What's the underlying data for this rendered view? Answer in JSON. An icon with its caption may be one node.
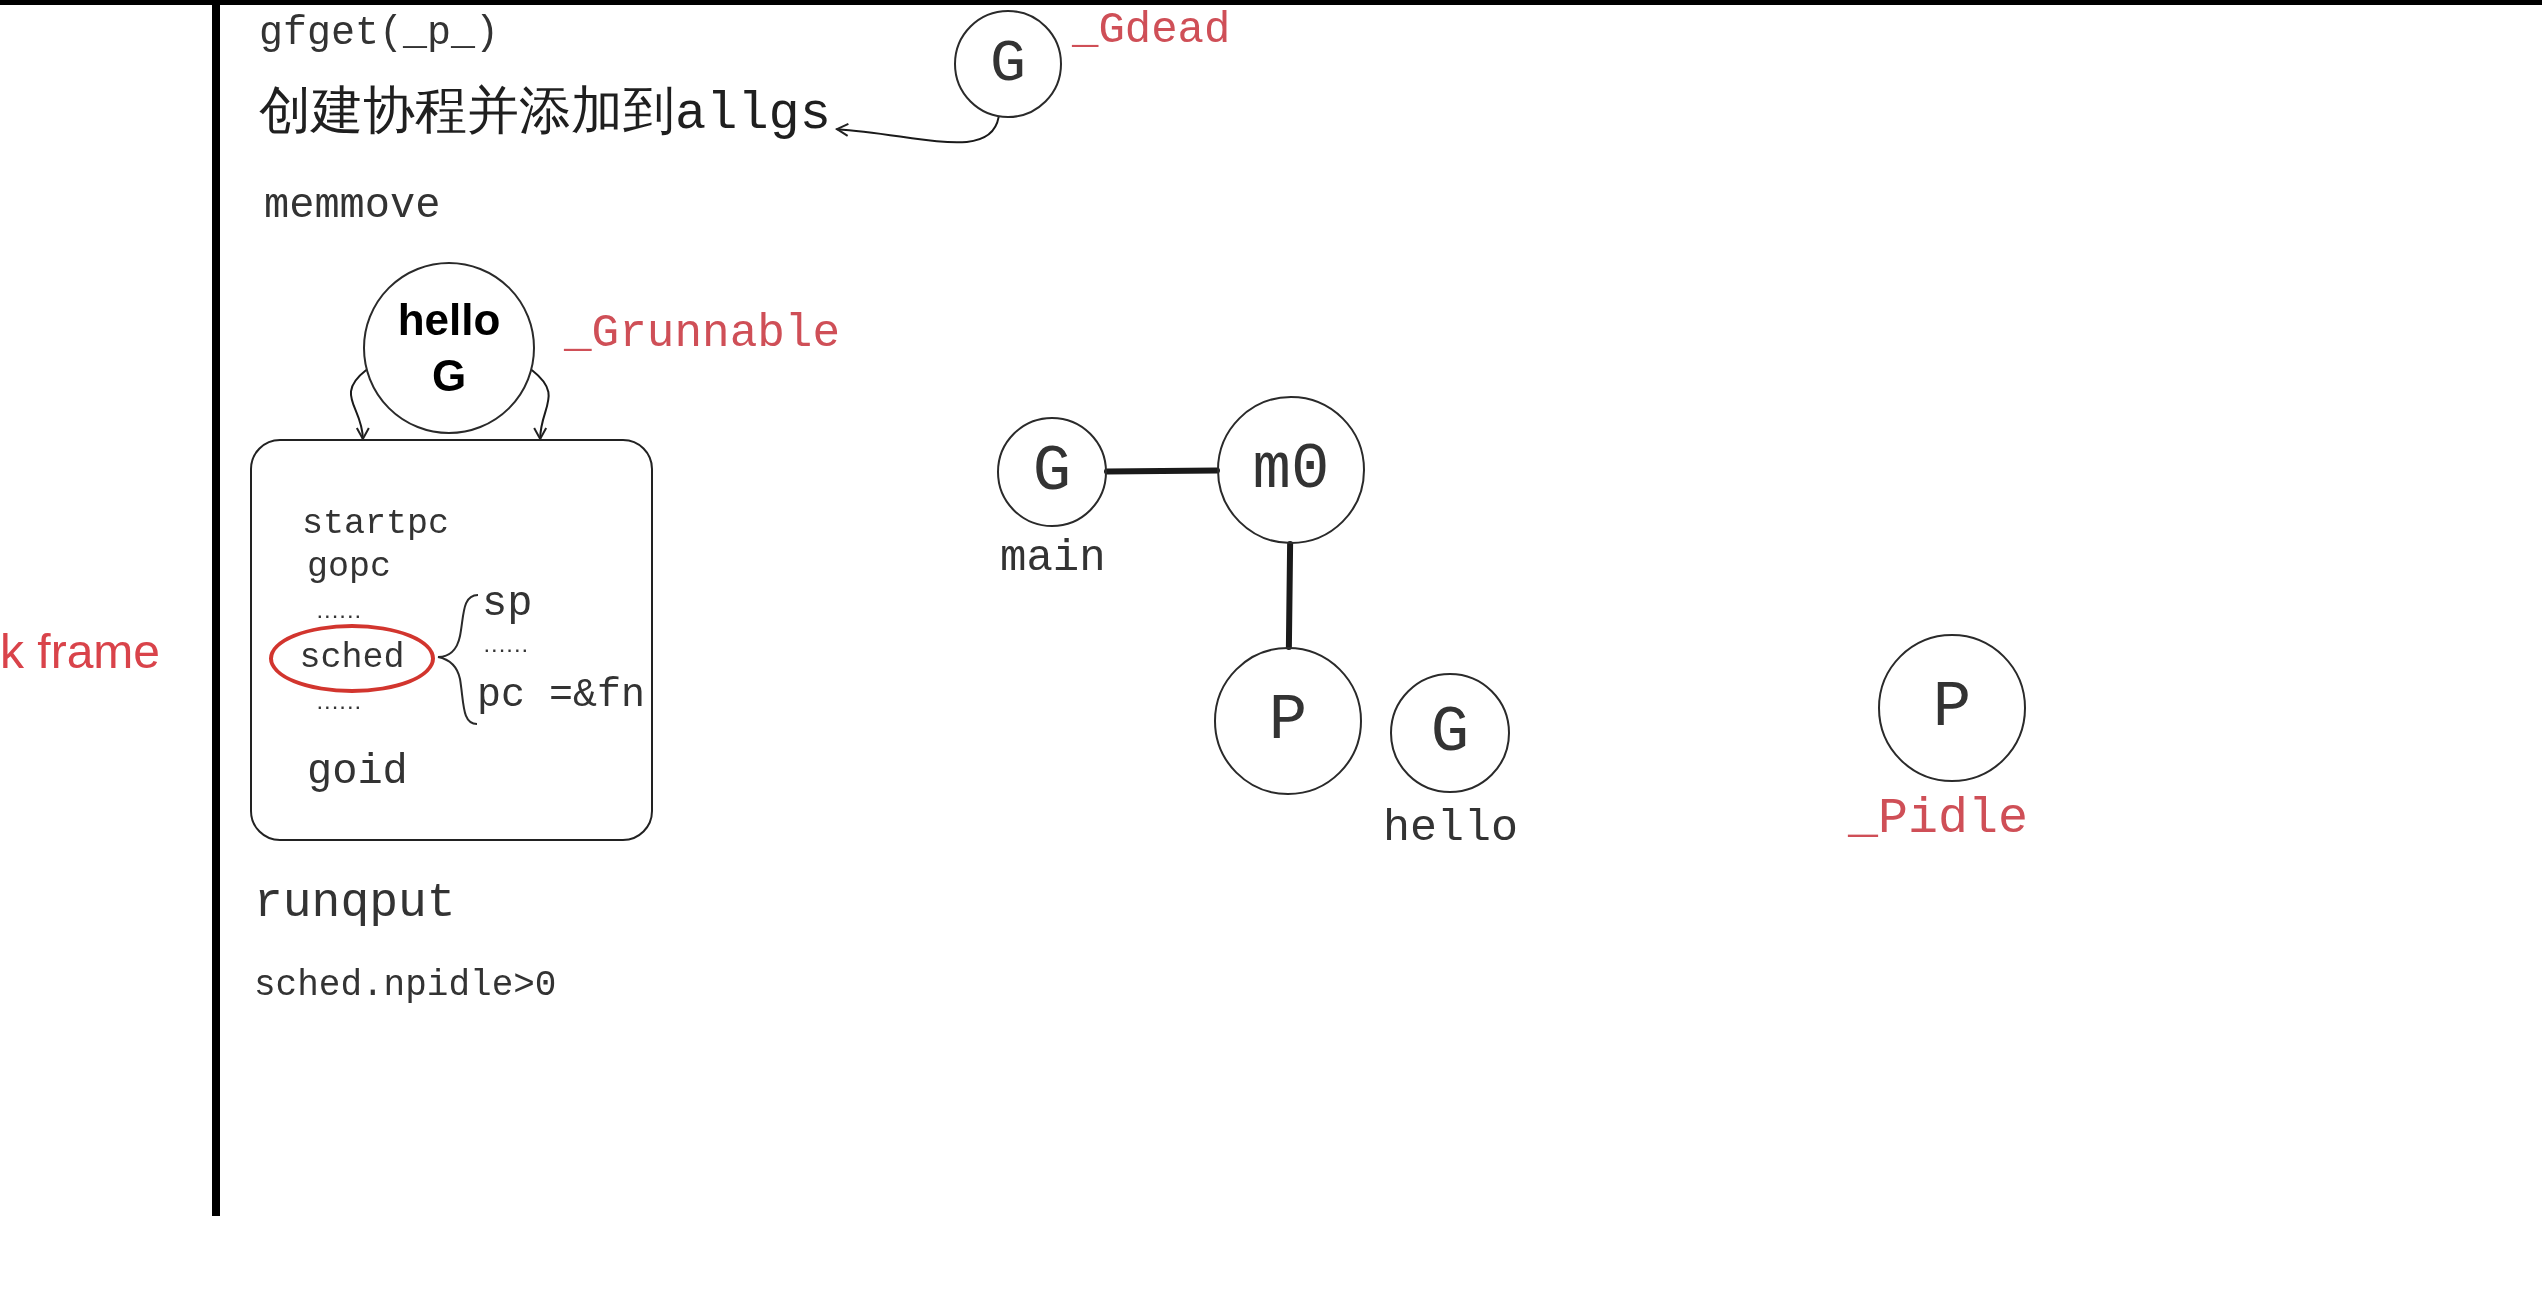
{
  "diagram": {
    "nodes": [
      {
        "text": [
          "G"
        ],
        "beside": [
          "_Gdead"
        ]
      },
      {
        "text": [
          "创建协程并添加到allgs"
        ]
      },
      {
        "text": [
          "hello",
          "G"
        ],
        "beside": [
          "_Grunnable"
        ]
      },
      {
        "text": [
          "startpc",
          "gopc",
          "......",
          "......",
          "goid",
          "sp",
          "......",
          "pc =&fn"
        ]
      },
      {
        "text": [
          "sched"
        ],
        "in": 3
      },
      {
        "text": [
          "G"
        ],
        "beside": [
          "main"
        ]
      },
      {
        "text": [
          "m0"
        ]
      },
      {
        "text": [
          "P"
        ]
      },
      {
        "text": [
          "G"
        ],
        "beside": [
          "hello"
        ]
      },
      {
        "text": [
          "P"
        ],
        "beside": [
          "_Pidle"
        ]
      }
    ],
    "edges": [
      {
        "from": 0,
        "to": 1,
        "arrow": "to"
      },
      {
        "from": 2,
        "to": 3,
        "arrow": "to"
      },
      {
        "from": 2,
        "to": 3,
        "arrow": "to"
      },
      {
        "from": 5,
        "to": 6,
        "arrow": "none",
        "style": "thick"
      },
      {
        "from": 6,
        "to": 7,
        "arrow": "none",
        "style": "thick"
      }
    ],
    "labels": [
      "gfget(_p_)",
      "memmove",
      "k frame",
      "runqput",
      "sched.npidle>0"
    ]
  }
}
